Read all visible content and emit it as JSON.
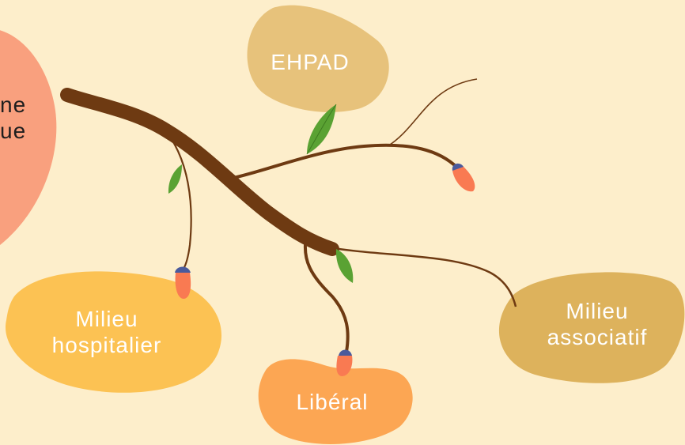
{
  "nodes": {
    "partial": {
      "text": "ne\nue",
      "color": "#f9a07e"
    },
    "ehpad": {
      "text": "EHPAD",
      "color": "#e7c27b"
    },
    "hospitalier": {
      "text": "Milieu\nhospitalier",
      "color": "#fcc253"
    },
    "liberal": {
      "text": "Libéral",
      "color": "#fca653"
    },
    "associatif": {
      "text": "Milieu\nassociatif",
      "color": "#ddb25c"
    }
  },
  "colors": {
    "background": "#fdeecb",
    "branch": "#6e3a12",
    "leaf": "#5aa233",
    "bud": "#f97a52",
    "bud_cap": "#4a5a9c"
  }
}
